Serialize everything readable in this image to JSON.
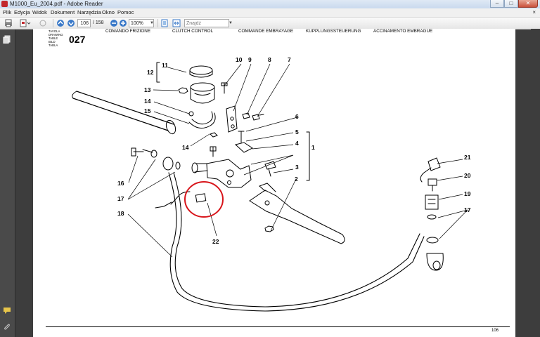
{
  "window": {
    "title": "M1000_Eu_2004.pdf - Adobe Reader",
    "buttons": {
      "minimize": "–",
      "maximize": "□",
      "close": "✕"
    }
  },
  "menu": {
    "items": [
      "Plik",
      "Edycja",
      "Widok",
      "Dokument",
      "Narzędzia",
      "Okno",
      "Pomoc"
    ],
    "close_glyph": "×"
  },
  "toolbar": {
    "page_current": "106",
    "page_total": "/ 158",
    "zoom": "100%",
    "search_placeholder": "Znajdź"
  },
  "document": {
    "header_small_lines": [
      "TAVOLA",
      "DRAWING",
      "TABLE",
      "BILD",
      "TABLA"
    ],
    "drawing_number": "027",
    "titles": [
      "COMANDO FRIZIONE",
      "CLUTCH CONTROL",
      "COMMANDE EMBRAYAGE",
      "KUPPLUNGSSTEUERUNG",
      "ACCINAMENTO EMBRAGUE"
    ],
    "page_number": "106",
    "callouts": [
      "1",
      "2",
      "3",
      "4",
      "5",
      "6",
      "7",
      "8",
      "9",
      "10",
      "11",
      "12",
      "13",
      "14",
      "15",
      "14",
      "16",
      "17",
      "18",
      "17",
      "19",
      "20",
      "21",
      "22"
    ],
    "highlight_color": "#d8151b"
  }
}
